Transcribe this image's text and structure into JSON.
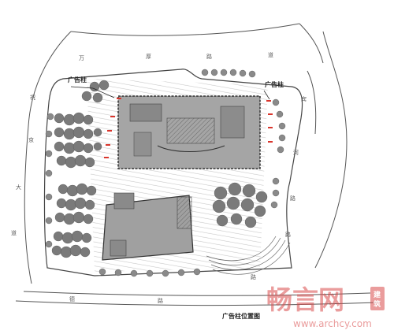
{
  "streets": {
    "top": [
      "万",
      "厚",
      "路",
      "道"
    ],
    "left": [
      "祝",
      "京",
      "大",
      "道"
    ],
    "right": [
      "宾",
      "河",
      "路",
      "路"
    ],
    "bottom": [
      "德",
      "路",
      "路"
    ]
  },
  "labels": {
    "billboard_top_left": "广告柱",
    "billboard_top_right": "广告柱"
  },
  "caption": "广告柱位置图",
  "watermark": {
    "brand": "畅言网",
    "seal": "建筑",
    "url": "www.archcy.com"
  },
  "colors": {
    "line": "#555555",
    "building_fill": "#9a9a9a",
    "building_dark": "#4a4a4a",
    "tree": "#7a7a7a",
    "billboard": "#d9352c",
    "watermark": "#d94a4a"
  }
}
